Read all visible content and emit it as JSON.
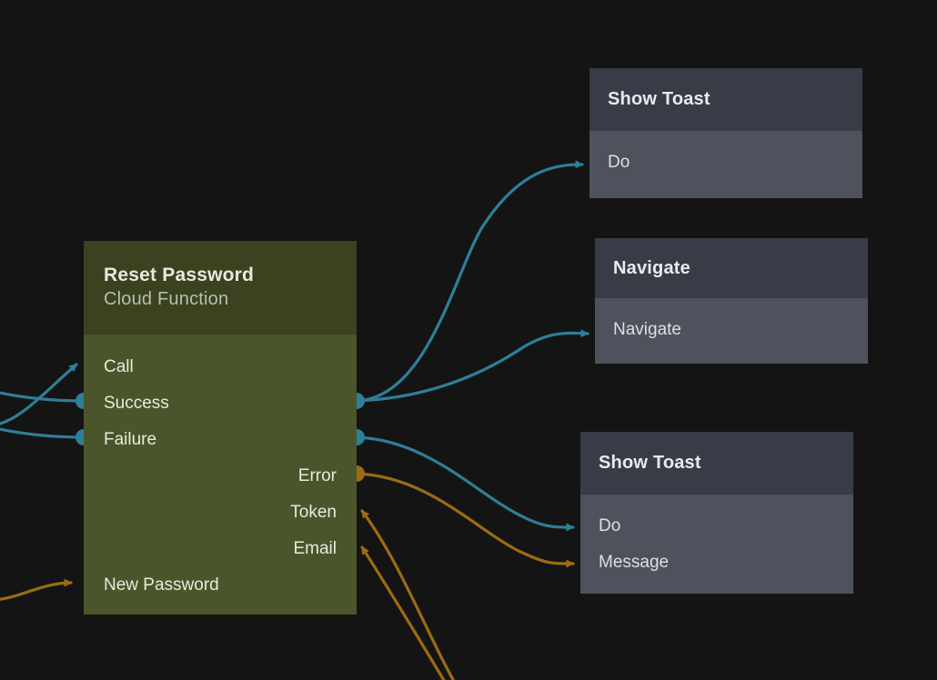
{
  "canvas": {
    "background": "#141414",
    "link_color_exec": "#2e7f99",
    "link_color_data": "#9a6c14"
  },
  "nodes": [
    {
      "id": "reset-password",
      "title": "Reset Password",
      "subtitle": "Cloud Function",
      "accent": "#4b552c",
      "header_color": "#3a4220",
      "inputs": [
        {
          "label": "Call",
          "kind": "exec",
          "shape": "arrow"
        },
        {
          "label": "Success",
          "kind": "exec",
          "shape": "dot"
        },
        {
          "label": "Failure",
          "kind": "exec",
          "shape": "dot"
        },
        {
          "label": "New Password",
          "kind": "data",
          "shape": "arrow"
        }
      ],
      "outputs": [
        {
          "label": "",
          "kind": "exec",
          "shape": "dot"
        },
        {
          "label": "",
          "kind": "exec",
          "shape": "dot"
        },
        {
          "label": "Error",
          "kind": "data",
          "shape": "dot"
        },
        {
          "label": "Token",
          "kind": "data",
          "shape": "arrow"
        },
        {
          "label": "Email",
          "kind": "data",
          "shape": "arrow"
        }
      ]
    },
    {
      "id": "show-toast-1",
      "title": "Show Toast",
      "header_color": "#383c47",
      "body_color": "#4e525c",
      "slots": [
        {
          "label": "Do",
          "kind": "exec"
        }
      ]
    },
    {
      "id": "navigate",
      "title": "Navigate",
      "header_color": "#383c47",
      "body_color": "#4e525c",
      "slots": [
        {
          "label": "Navigate",
          "kind": "exec"
        }
      ]
    },
    {
      "id": "show-toast-2",
      "title": "Show Toast",
      "header_color": "#383c47",
      "body_color": "#4e525c",
      "slots": [
        {
          "label": "Do",
          "kind": "exec"
        },
        {
          "label": "Message",
          "kind": "data"
        }
      ]
    }
  ]
}
